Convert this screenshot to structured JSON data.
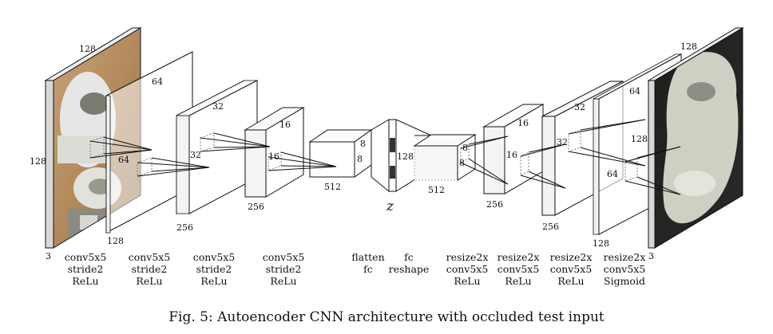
{
  "caption": "Fig. 5: Autoencoder CNN architecture with occluded test input",
  "latent_label": "z",
  "dimensions": {
    "input_width": "128",
    "input_height": "128",
    "input_channels": "3",
    "enc1_depth": "64",
    "enc1_inner": "64",
    "enc1_size": "128",
    "enc2_depth": "32",
    "enc2_inner": "32",
    "enc2_size": "256",
    "enc3_depth": "16",
    "enc3_inner": "16",
    "enc3_size": "256",
    "enc4_d1": "8",
    "enc4_d2": "8",
    "enc4_size": "512",
    "z_size": "128",
    "dec1_d1": "8",
    "dec1_d2": "8",
    "dec1_size": "512",
    "dec2_depth": "16",
    "dec2_inner": "16",
    "dec2_size": "256",
    "dec3_depth": "32",
    "dec3_inner": "32",
    "dec3_size": "256",
    "dec4_depth": "64",
    "dec4_inner": "64",
    "dec4_inner2": "128",
    "dec4_size": "128",
    "output_width": "128",
    "output_channels": "3"
  },
  "ops": [
    {
      "line1": "conv5x5",
      "line2": "stride2",
      "line3": "ReLu"
    },
    {
      "line1": "conv5x5",
      "line2": "stride2",
      "line3": "ReLu"
    },
    {
      "line1": "conv5x5",
      "line2": "stride2",
      "line3": "ReLu"
    },
    {
      "line1": "conv5x5",
      "line2": "stride2",
      "line3": "ReLu"
    },
    {
      "line1": "flatten",
      "line2": "fc"
    },
    {
      "line1": "fc",
      "line2": "reshape"
    },
    {
      "line1": "resize2x",
      "line2": "conv5x5",
      "line3": "ReLu"
    },
    {
      "line1": "resize2x",
      "line2": "conv5x5",
      "line3": "ReLu"
    },
    {
      "line1": "resize2x",
      "line2": "conv5x5",
      "line3": "ReLu"
    },
    {
      "line1": "resize2x",
      "line2": "conv5x5",
      "line3": "Sigmoid"
    }
  ]
}
